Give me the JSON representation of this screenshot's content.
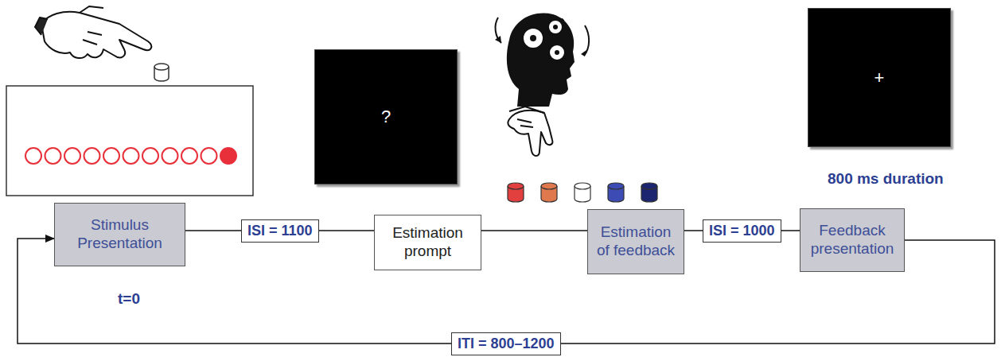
{
  "diagram": {
    "nodes": [
      {
        "text": [
          "?"
        ]
      },
      {
        "text": [
          "+"
        ]
      },
      {
        "text": [
          "Stimulus Presentation"
        ]
      },
      {
        "text": [
          "Estimation prompt"
        ]
      },
      {
        "text": [
          "Estimation of feedback"
        ]
      },
      {
        "text": [
          "Feedback presentation"
        ]
      }
    ],
    "edges": [
      {
        "from": 2,
        "to": 3,
        "label": "ISI = 1100",
        "arrow": "none"
      },
      {
        "from": 3,
        "to": 4,
        "arrow": "none"
      },
      {
        "from": 4,
        "to": 5,
        "label": "ISI = 1000",
        "arrow": "none"
      },
      {
        "from": 5,
        "to": 2,
        "label": "ITI = 800–1200",
        "arrow": "to"
      }
    ],
    "labels": [
      "t=0",
      "800 ms duration"
    ]
  }
}
